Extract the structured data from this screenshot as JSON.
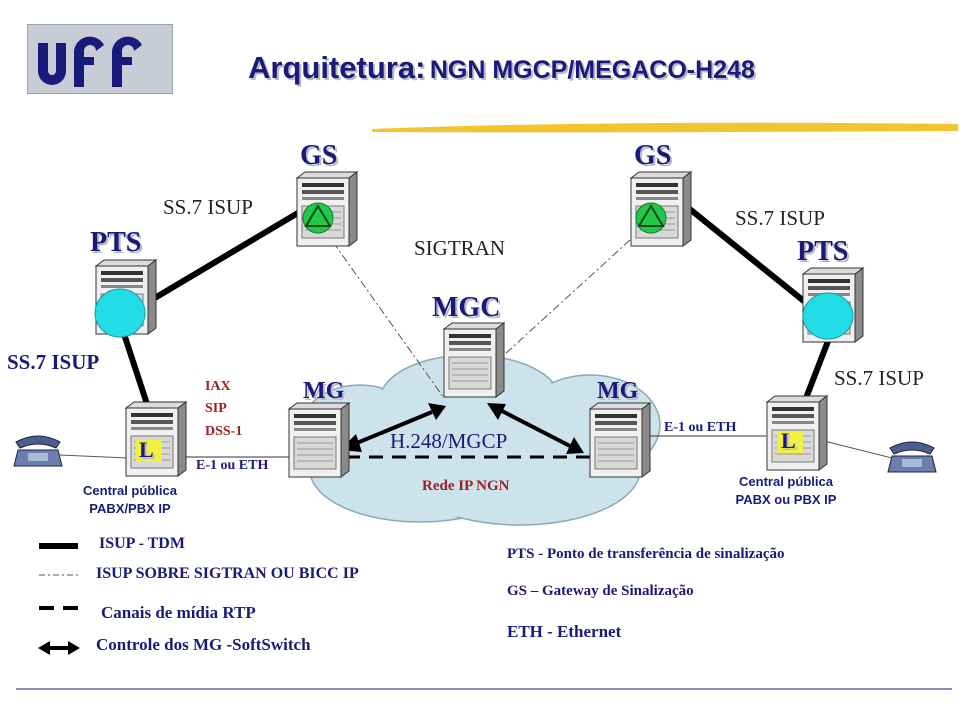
{
  "header": {
    "title_part1": "Arquitetura:",
    "title_part2": "NGN MGCP/MEGACO-H248"
  },
  "nodes": {
    "gs_left": "GS",
    "gs_right": "GS",
    "pts_left": "PTS",
    "pts_right": "PTS",
    "mgc": "MGC",
    "mg_left": "MG",
    "mg_right": "MG",
    "l_left": "L",
    "l_right": "L"
  },
  "labels": {
    "ss7_top_left": "SS.7 ISUP",
    "ss7_top_right": "SS.7 ISUP",
    "ss7_mid_left": "SS.7 ISUP",
    "ss7_mid_right": "SS.7 ISUP",
    "sigtran": "SIGTRAN",
    "iax": "IAX",
    "sip": "SIP",
    "dss1": "DSS-1",
    "e1_left": "E-1 ou ETH",
    "e1_right": "E-1 ou ETH",
    "h248": "H.248/MGCP",
    "rede_ip": "Rede IP NGN",
    "central_left_1": "Central pública",
    "central_left_2": "PABX/PBX IP",
    "central_right_1": "Central pública",
    "central_right_2": "PABX ou PBX IP"
  },
  "legend": {
    "isup_tdm": "ISUP -  TDM",
    "isup_sigtran": "ISUP  SOBRE SIGTRAN OU BICC IP",
    "rtp": "Canais de mídia RTP",
    "softswitch": "Controle dos MG -SoftSwitch"
  },
  "definitions": {
    "pts": "PTS - Ponto de transferência de sinalização",
    "gs": "GS – Gateway de Sinalização",
    "eth": "ETH - Ethernet"
  },
  "colors": {
    "text": "#1a1a7a",
    "accent_red": "#a02020",
    "cloud": "#cde3ec",
    "pts_circle": "#22dde6",
    "gs_triangle": "#22c84a",
    "l_badge": "#f0f040"
  }
}
